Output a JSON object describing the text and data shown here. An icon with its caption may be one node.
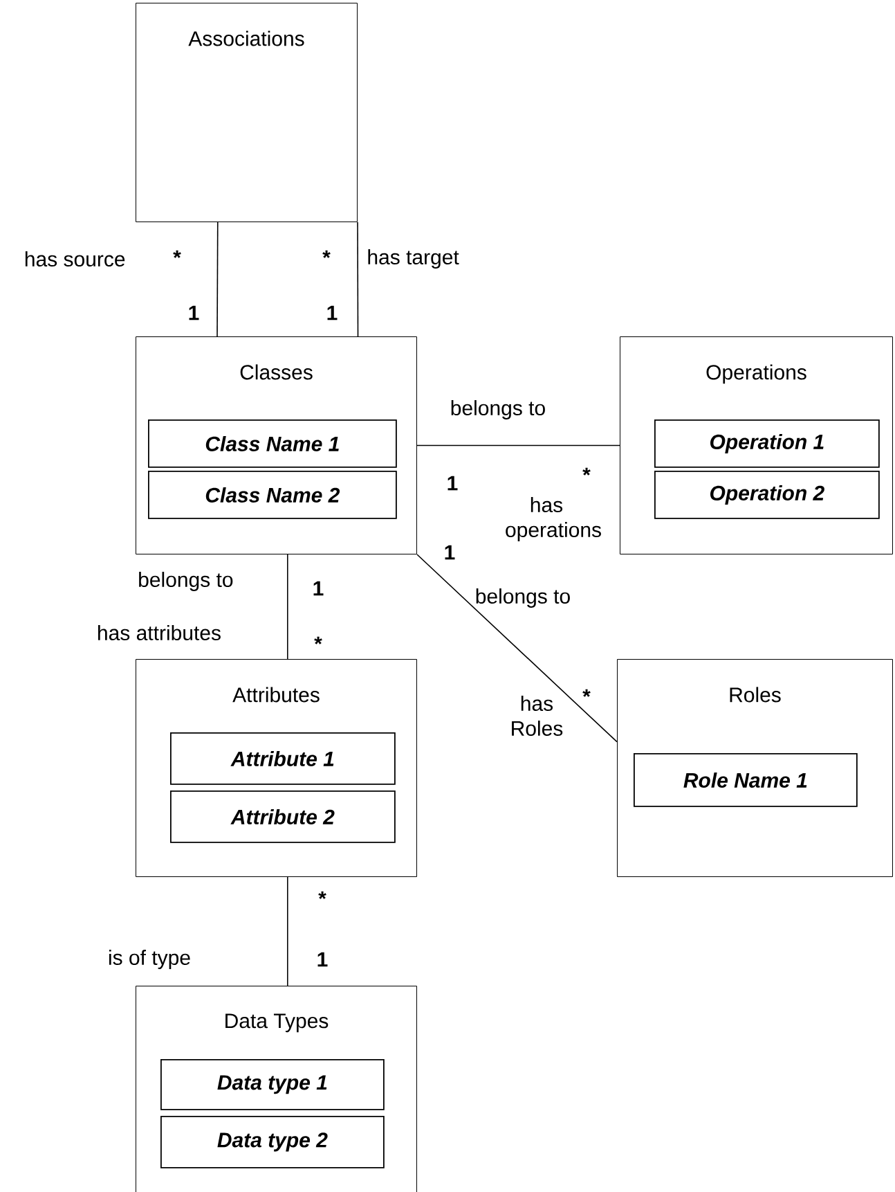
{
  "diagram": {
    "nodes": [
      {
        "text": [
          "Associations"
        ]
      },
      {
        "text": [
          "Classes"
        ]
      },
      {
        "text": [
          "Class Name 1"
        ],
        "in": 1
      },
      {
        "text": [
          "Class Name 2"
        ],
        "in": 1
      },
      {
        "text": [
          "Operations"
        ]
      },
      {
        "text": [
          "Operation 1"
        ],
        "in": 4
      },
      {
        "text": [
          "Operation 2"
        ],
        "in": 4
      },
      {
        "text": [
          "Attributes"
        ]
      },
      {
        "text": [
          "Attribute 1"
        ],
        "in": 7
      },
      {
        "text": [
          "Attribute 2"
        ],
        "in": 7
      },
      {
        "text": [
          "Roles"
        ]
      },
      {
        "text": [
          "Role Name 1"
        ],
        "in": 10
      },
      {
        "text": [
          "Data Types"
        ]
      },
      {
        "text": [
          "Data type 1"
        ],
        "in": 12
      },
      {
        "text": [
          "Data type 2"
        ],
        "in": 12
      }
    ],
    "edges": [
      {
        "from": 1,
        "to": 0,
        "arrow": "none"
      },
      {
        "from": 1,
        "to": 0,
        "arrow": "none"
      },
      {
        "from": 1,
        "to": 4,
        "arrow": "none"
      },
      {
        "from": 1,
        "to": 10,
        "arrow": "none"
      },
      {
        "from": 1,
        "to": 7,
        "arrow": "none"
      },
      {
        "from": 7,
        "to": 12,
        "arrow": "none"
      }
    ],
    "labels": [
      "has source",
      "*",
      "*",
      "has target",
      "1",
      "1",
      "belongs to",
      "1",
      "*",
      "has operations",
      "1",
      "belongs to",
      "belongs to",
      "1",
      "has attributes",
      "*",
      "*",
      "has Roles",
      "*",
      "is of type",
      "1"
    ]
  }
}
